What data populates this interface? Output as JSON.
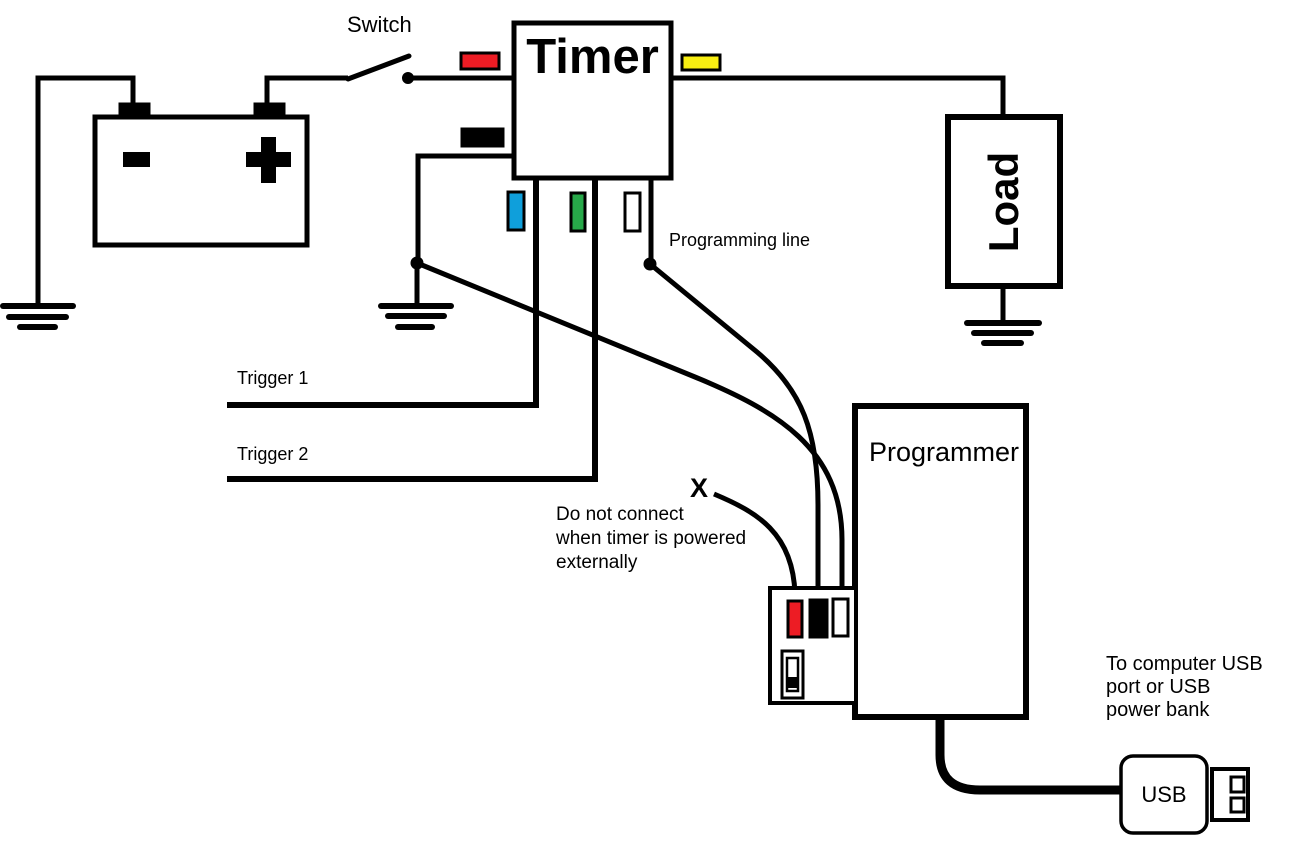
{
  "diagram": {
    "type": "timer-wiring-diagram",
    "labels": {
      "switch": "Switch",
      "timer": "Timer",
      "load": "Load",
      "programmer": "Programmer",
      "programming_line": "Programming line",
      "trigger_1": "Trigger 1",
      "trigger_2": "Trigger 2",
      "usb": "USB",
      "x_marker": "X"
    },
    "battery": {
      "minus_symbol": "-",
      "plus_symbol": "+"
    },
    "warning_note": {
      "line1": "Do not connect",
      "line2": "when timer is powered",
      "line3": "externally"
    },
    "usb_note": {
      "line1": "To computer USB",
      "line2": "port or USB",
      "line3": "power bank"
    },
    "colors": {
      "wire": "#000000",
      "background": "#ffffff",
      "connector_red": "#ed1c24",
      "connector_yellow": "#f8ee12",
      "connector_blue": "#0f9fdb",
      "connector_green": "#27a849",
      "connector_black": "#000000",
      "connector_white": "#ffffff"
    }
  }
}
